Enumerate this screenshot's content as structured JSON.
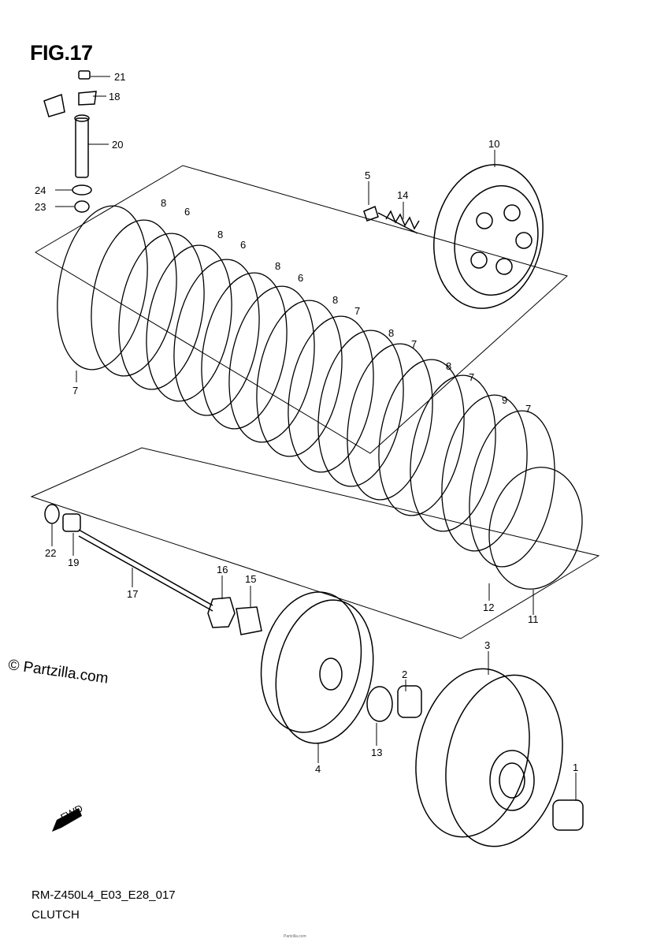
{
  "figure": {
    "title": "FIG.17",
    "model_code": "RM-Z450L4_E03_E28_017",
    "section_name": "CLUTCH",
    "watermark": "© Partzilla.com",
    "footer_note": "Partzilla.com",
    "fwd_label": "FWD"
  },
  "callouts": [
    "21",
    "18",
    "20",
    "24",
    "23",
    "5",
    "14",
    "10",
    "8",
    "6",
    "8",
    "6",
    "8",
    "6",
    "8",
    "7",
    "8",
    "7",
    "8",
    "7",
    "9",
    "7",
    "7",
    "12",
    "11",
    "22",
    "19",
    "17",
    "16",
    "15",
    "3",
    "2",
    "13",
    "4",
    "1"
  ]
}
